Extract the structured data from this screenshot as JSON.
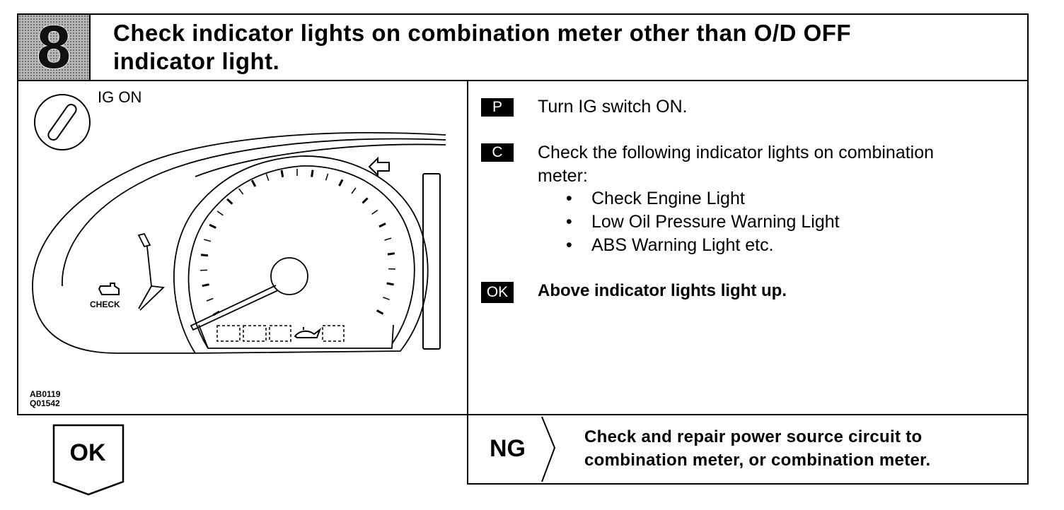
{
  "step": {
    "number": "8",
    "title_line1": "Check indicator lights on combination meter other than O/D OFF",
    "title_line2": "indicator light."
  },
  "illustration": {
    "ig_label": "IG ON",
    "check_label": "CHECK",
    "codes": [
      "AB0119",
      "Q01542"
    ]
  },
  "procedure": {
    "p_label": "P",
    "p_text": "Turn IG switch ON.",
    "c_label": "C",
    "c_text_line1": "Check the following indicator lights on combination",
    "c_text_line2": "meter:",
    "items": [
      "Check Engine Light",
      "Low Oil Pressure Warning Light",
      "ABS Warning Light etc."
    ],
    "ok_label": "OK",
    "ok_text": "Above indicator lights light up."
  },
  "ng": {
    "label": "NG",
    "text_line1": "Check and repair power source circuit to",
    "text_line2": "combination meter, or combination meter."
  },
  "ok_button": {
    "label": "OK"
  }
}
